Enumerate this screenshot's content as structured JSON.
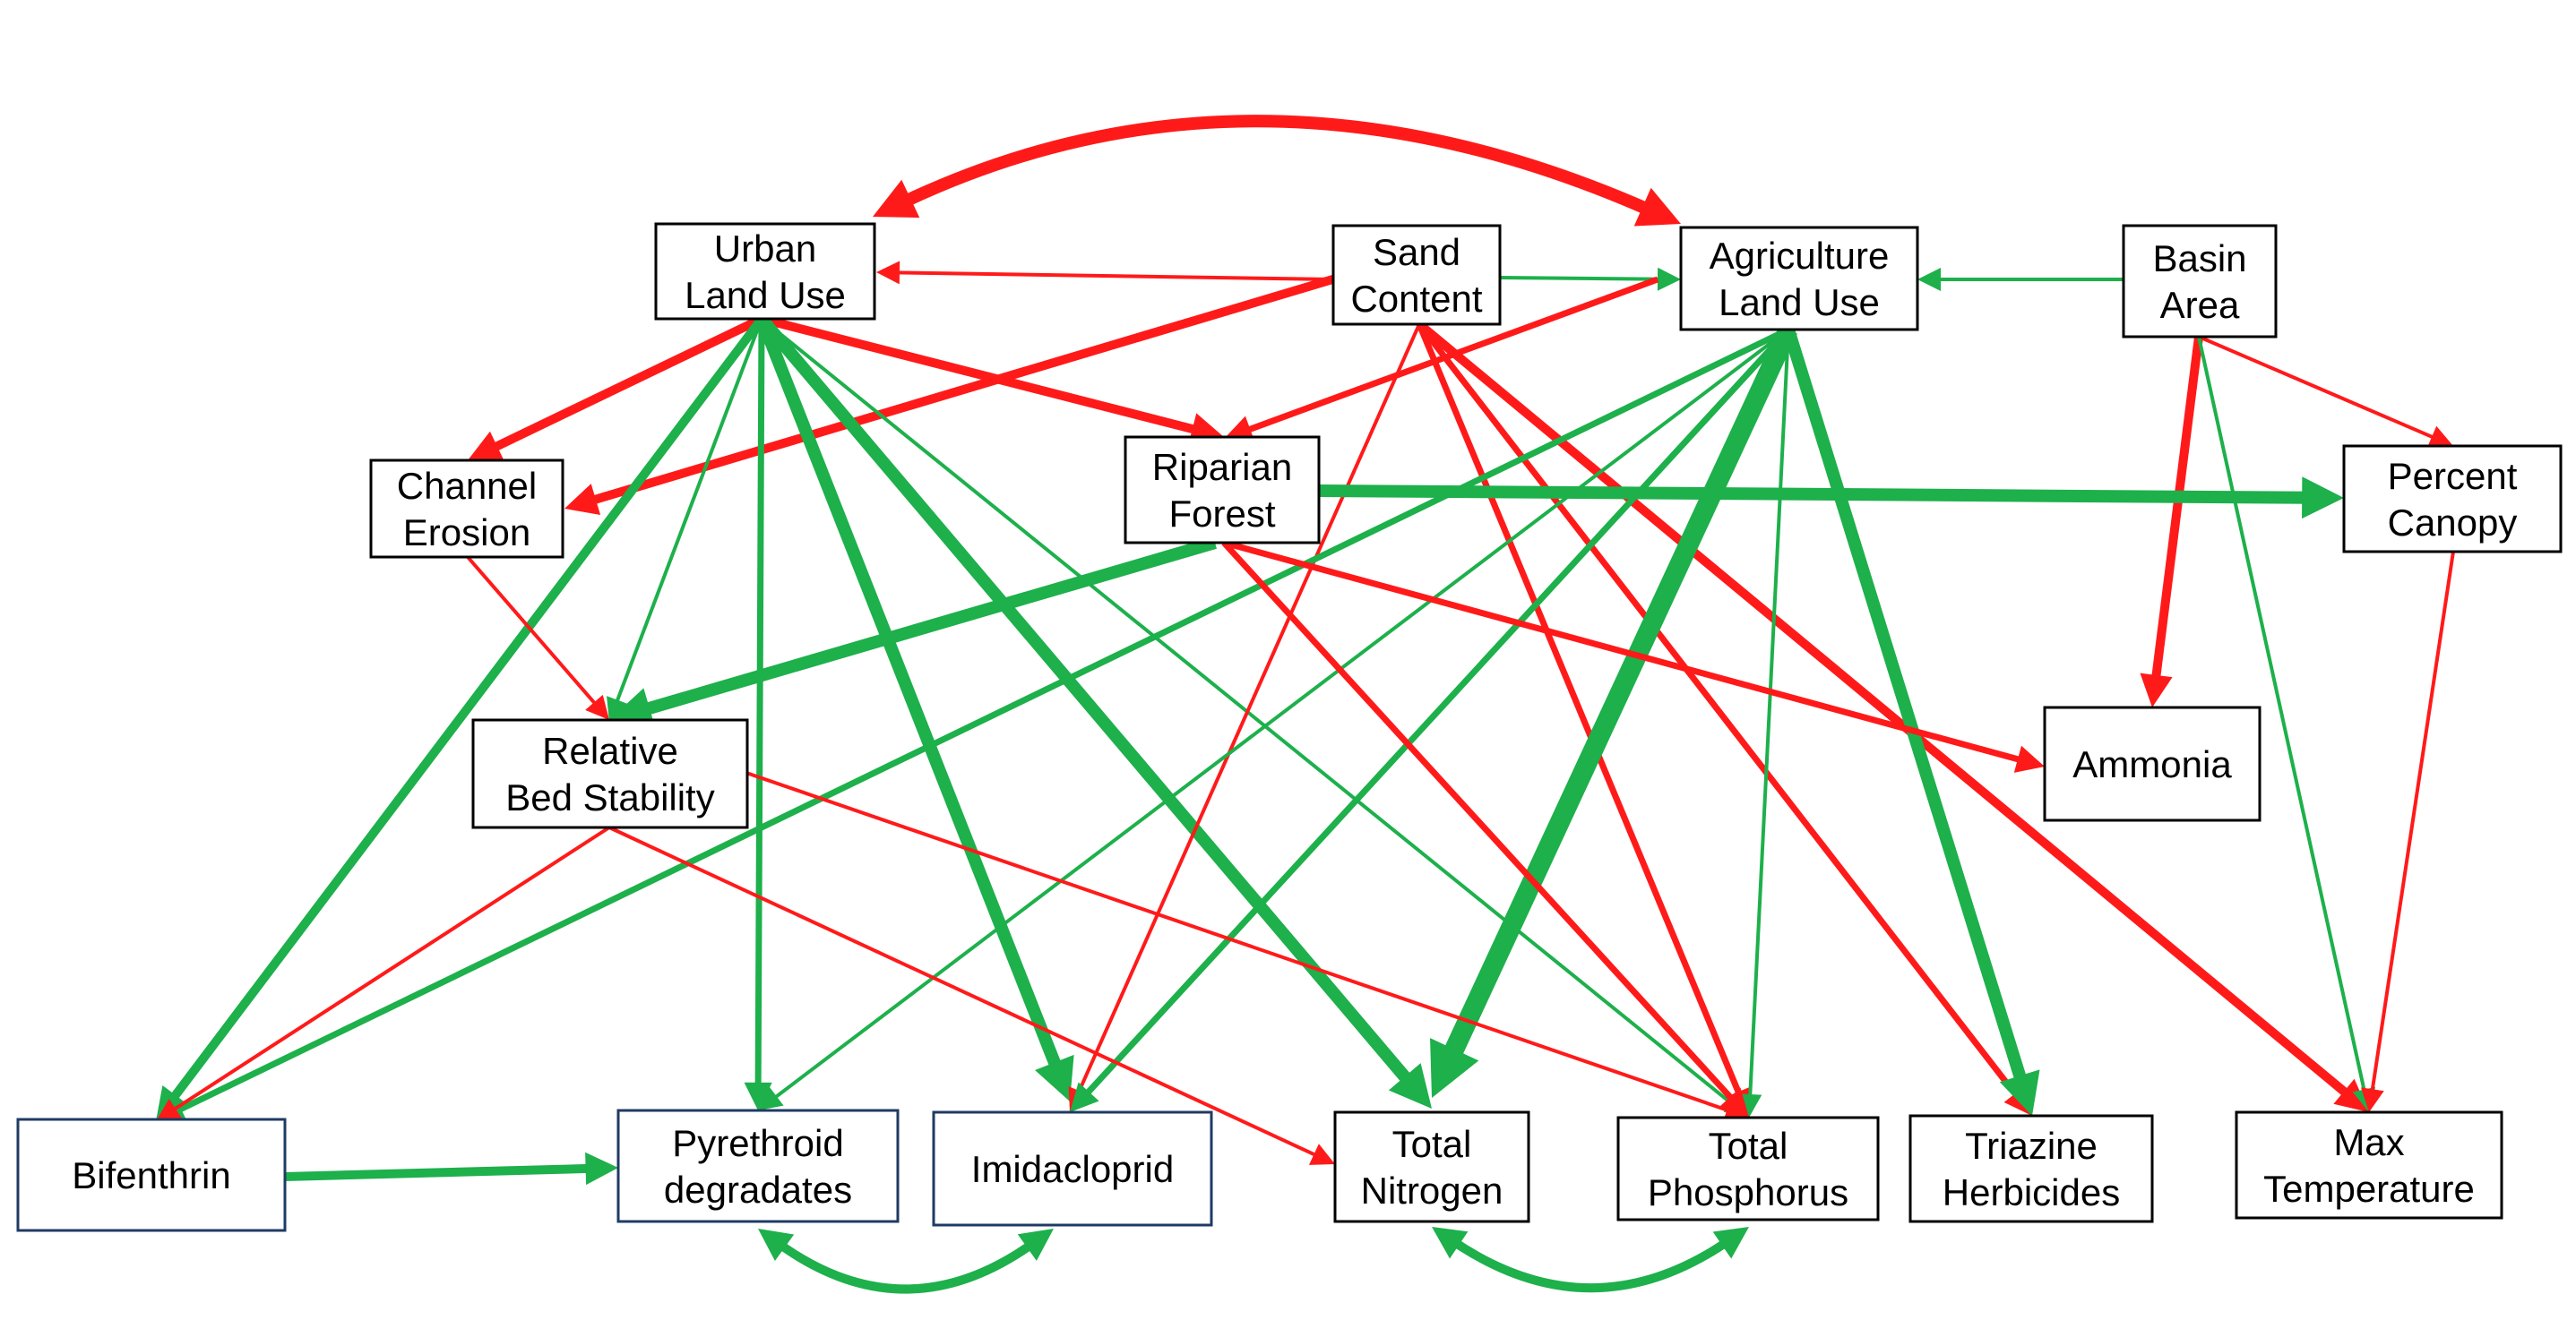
{
  "colors": {
    "negative": "#ff1a1a",
    "positive": "#1db04b",
    "box_border_dark": "#000000",
    "box_border_blue": "#1f3b63"
  },
  "nodes": [
    {
      "id": "urban",
      "lines": [
        "Urban",
        "Land Use"
      ]
    },
    {
      "id": "sand",
      "lines": [
        "Sand",
        "Content"
      ]
    },
    {
      "id": "agri",
      "lines": [
        "Agriculture",
        "Land Use"
      ]
    },
    {
      "id": "basin",
      "lines": [
        "Basin",
        "Area"
      ]
    },
    {
      "id": "channel",
      "lines": [
        "Channel",
        "Erosion"
      ]
    },
    {
      "id": "riparian",
      "lines": [
        "Riparian",
        "Forest"
      ]
    },
    {
      "id": "canopy",
      "lines": [
        "Percent",
        "Canopy"
      ]
    },
    {
      "id": "bedstab",
      "lines": [
        "Relative",
        "Bed Stability"
      ]
    },
    {
      "id": "ammonia",
      "lines": [
        "Ammonia"
      ]
    },
    {
      "id": "bifenthrin",
      "lines": [
        "Bifenthrin"
      ]
    },
    {
      "id": "pyrethroid",
      "lines": [
        "Pyrethroid",
        "degradates"
      ]
    },
    {
      "id": "imidacloprid",
      "lines": [
        "Imidacloprid"
      ]
    },
    {
      "id": "tn",
      "lines": [
        "Total",
        "Nitrogen"
      ]
    },
    {
      "id": "tp",
      "lines": [
        "Total",
        "Phosphorus"
      ]
    },
    {
      "id": "triazine",
      "lines": [
        "Triazine",
        "Herbicides"
      ]
    },
    {
      "id": "maxtemp",
      "lines": [
        "Max",
        "Temperature"
      ]
    }
  ],
  "edges": [
    {
      "from": "urban",
      "to": "agri",
      "sign": "negative",
      "strength": "very-strong",
      "bidirectional": true
    },
    {
      "from": "sand",
      "to": "urban",
      "sign": "negative",
      "strength": "weak"
    },
    {
      "from": "sand",
      "to": "agri",
      "sign": "positive",
      "strength": "weak"
    },
    {
      "from": "basin",
      "to": "agri",
      "sign": "positive",
      "strength": "weak"
    },
    {
      "from": "sand",
      "to": "channel",
      "sign": "negative",
      "strength": "strong"
    },
    {
      "from": "agri",
      "to": "riparian",
      "sign": "negative",
      "strength": "medium"
    },
    {
      "from": "urban",
      "to": "channel",
      "sign": "negative",
      "strength": "strong"
    },
    {
      "from": "urban",
      "to": "riparian",
      "sign": "negative",
      "strength": "strong"
    },
    {
      "from": "urban",
      "to": "bifenthrin",
      "sign": "positive",
      "strength": "strong"
    },
    {
      "from": "urban",
      "to": "bedstab",
      "sign": "positive",
      "strength": "weak"
    },
    {
      "from": "urban",
      "to": "pyrethroid",
      "sign": "positive",
      "strength": "medium"
    },
    {
      "from": "urban",
      "to": "imidacloprid",
      "sign": "positive",
      "strength": "very-strong"
    },
    {
      "from": "urban",
      "to": "tn",
      "sign": "positive",
      "strength": "very-strong"
    },
    {
      "from": "urban",
      "to": "tp",
      "sign": "positive",
      "strength": "weak"
    },
    {
      "from": "sand",
      "to": "imidacloprid",
      "sign": "negative",
      "strength": "weak"
    },
    {
      "from": "sand",
      "to": "tp",
      "sign": "negative",
      "strength": "medium"
    },
    {
      "from": "sand",
      "to": "triazine",
      "sign": "negative",
      "strength": "medium"
    },
    {
      "from": "sand",
      "to": "maxtemp",
      "sign": "negative",
      "strength": "strong"
    },
    {
      "from": "agri",
      "to": "bifenthrin",
      "sign": "positive",
      "strength": "medium"
    },
    {
      "from": "agri",
      "to": "pyrethroid",
      "sign": "positive",
      "strength": "weak"
    },
    {
      "from": "agri",
      "to": "imidacloprid",
      "sign": "positive",
      "strength": "medium"
    },
    {
      "from": "agri",
      "to": "tn",
      "sign": "positive",
      "strength": "heaviest"
    },
    {
      "from": "agri",
      "to": "tp",
      "sign": "positive",
      "strength": "weak"
    },
    {
      "from": "agri",
      "to": "triazine",
      "sign": "positive",
      "strength": "very-strong"
    },
    {
      "from": "basin",
      "to": "ammonia",
      "sign": "negative",
      "strength": "strong"
    },
    {
      "from": "basin",
      "to": "canopy",
      "sign": "negative",
      "strength": "weak"
    },
    {
      "from": "basin",
      "to": "maxtemp",
      "sign": "positive",
      "strength": "weak"
    },
    {
      "from": "riparian",
      "to": "canopy",
      "sign": "positive",
      "strength": "very-strong"
    },
    {
      "from": "riparian",
      "to": "bedstab",
      "sign": "positive",
      "strength": "very-strong"
    },
    {
      "from": "riparian",
      "to": "ammonia",
      "sign": "negative",
      "strength": "medium"
    },
    {
      "from": "riparian",
      "to": "tp",
      "sign": "negative",
      "strength": "medium"
    },
    {
      "from": "canopy",
      "to": "maxtemp",
      "sign": "negative",
      "strength": "weak"
    },
    {
      "from": "channel",
      "to": "bedstab",
      "sign": "negative",
      "strength": "weak"
    },
    {
      "from": "bedstab",
      "to": "bifenthrin",
      "sign": "negative",
      "strength": "weak"
    },
    {
      "from": "bedstab",
      "to": "tn",
      "sign": "negative",
      "strength": "weak"
    },
    {
      "from": "bedstab",
      "to": "tp",
      "sign": "negative",
      "strength": "weak"
    },
    {
      "from": "bifenthrin",
      "to": "pyrethroid",
      "sign": "positive",
      "strength": "strong"
    },
    {
      "from": "pyrethroid",
      "to": "imidacloprid",
      "sign": "positive",
      "strength": "strong",
      "bidirectional": true
    },
    {
      "from": "tn",
      "to": "tp",
      "sign": "positive",
      "strength": "strong",
      "bidirectional": true
    }
  ]
}
